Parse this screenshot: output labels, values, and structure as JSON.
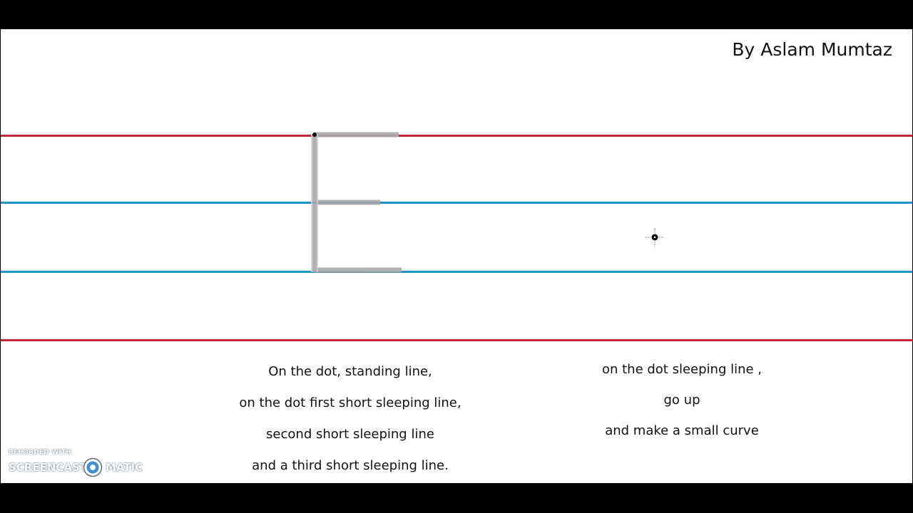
{
  "author": "By Aslam Mumtaz",
  "instructions_left": [
    "On the dot, standing line,",
    "on the dot first short sleeping line,",
    "second short sleeping line",
    "and a third short sleeping line."
  ],
  "instructions_right": [
    "on the dot sleeping line ,",
    "go up",
    "and make a small curve"
  ],
  "watermark": {
    "recorded": "RECORDED WITH",
    "brand_left": "SCREENCAST",
    "brand_right": "MATIC"
  },
  "colors": {
    "guide_red": "#c3283e",
    "guide_blue": "#1f94c9",
    "letter_stroke": "#a9a9a9",
    "background": "#ffffff",
    "frame": "#000000"
  },
  "icons": {
    "cursor": "crosshair-cursor-icon",
    "logo": "screencast-matic-logo-icon"
  }
}
